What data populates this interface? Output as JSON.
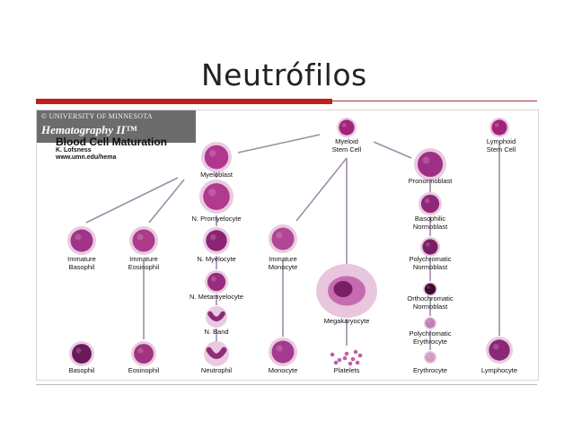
{
  "slide": {
    "title": "Neutrófilos"
  },
  "chart": {
    "copyright": "© UNIVERSITY OF MINNESOTA",
    "series_title": "Hematography II™",
    "heading": "Blood Cell Maturation",
    "author": "K. Lofsness",
    "website": "www.umn.edu/hema"
  },
  "cells": [
    {
      "id": "myeloid-stem-cell",
      "lines": [
        "Myeloid",
        "Stem Cell"
      ],
      "color": "#a0257a"
    },
    {
      "id": "lymphoid-stem-cell",
      "lines": [
        "Lymphoid",
        "Stem Cell"
      ],
      "color": "#a0257a"
    },
    {
      "id": "myeloblast",
      "lines": [
        "Myeloblast"
      ],
      "color": "#b1368f"
    },
    {
      "id": "n-promyelocyte",
      "lines": [
        "N. Promyelocyte"
      ],
      "color": "#b03a8d"
    },
    {
      "id": "pronormoblast",
      "lines": [
        "Pronormoblast"
      ],
      "color": "#9e2f86"
    },
    {
      "id": "basophilic-normoblast",
      "lines": [
        "Basophilic",
        "Normoblast"
      ],
      "color": "#902879"
    },
    {
      "id": "immature-basophil",
      "lines": [
        "Immature",
        "Basophil"
      ],
      "color": "#a13388"
    },
    {
      "id": "immature-eosinophil",
      "lines": [
        "Immature",
        "Eosinophil"
      ],
      "color": "#ad3b8c"
    },
    {
      "id": "n-myelocyte",
      "lines": [
        "N. Myelocyte"
      ],
      "color": "#8d2275"
    },
    {
      "id": "immature-monocyte",
      "lines": [
        "Immature",
        "Monocyte"
      ],
      "color": "#b34595"
    },
    {
      "id": "polychromatic-normoblast",
      "lines": [
        "Polychromatic",
        "Normoblast"
      ],
      "color": "#7a1e66"
    },
    {
      "id": "n-metamyelocyte",
      "lines": [
        "N. Metamyelocyte"
      ],
      "color": "#9a2c80"
    },
    {
      "id": "megakaryocyte",
      "lines": [
        "Megakaryocyte"
      ],
      "color": "#c76bb0"
    },
    {
      "id": "orthochromatic-normoblast",
      "lines": [
        "Orthochromatic",
        "Normoblast"
      ],
      "color": "#3f0b33"
    },
    {
      "id": "n-band",
      "lines": [
        "N. Band"
      ],
      "color": "#8e2a78"
    },
    {
      "id": "polychromatic-erythrocyte",
      "lines": [
        "Polychromatic",
        "Erythrocyte"
      ],
      "color": "#c57fb5"
    },
    {
      "id": "basophil",
      "lines": [
        "Basophil"
      ],
      "color": "#6c165c"
    },
    {
      "id": "eosinophil",
      "lines": [
        "Eosinophil"
      ],
      "color": "#a0347f"
    },
    {
      "id": "neutrophil",
      "lines": [
        "Neutrophil"
      ],
      "color": "#8f2d7c"
    },
    {
      "id": "monocyte",
      "lines": [
        "Monocyte"
      ],
      "color": "#a43b8c"
    },
    {
      "id": "platelets",
      "lines": [
        "Platelets"
      ],
      "color": "#c060a6"
    },
    {
      "id": "erythrocyte",
      "lines": [
        "Erythrocyte"
      ],
      "color": "#d69ac6"
    },
    {
      "id": "lymphocyte",
      "lines": [
        "Lymphocyte"
      ],
      "color": "#8a2877"
    }
  ]
}
